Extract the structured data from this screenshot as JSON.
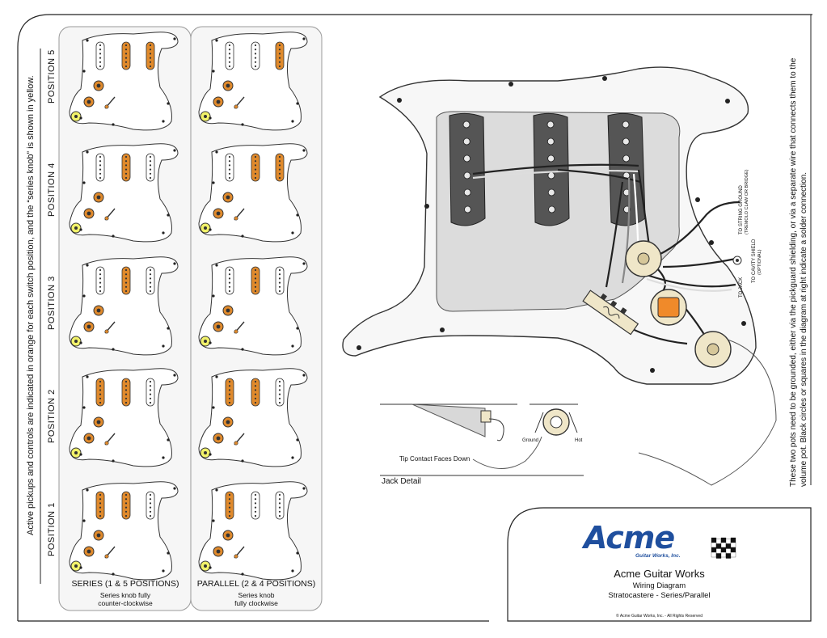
{
  "side_note": "Active pickups and controls are indicated in orange for each switch position, and the “series knob” is shown in yellow.",
  "positions": [
    "POSITION 5",
    "POSITION 4",
    "POSITION 3",
    "POSITION 2",
    "POSITION 1"
  ],
  "series_column": {
    "title": "SERIES (1 & 5 POSITIONS)",
    "sub1": "Series knob fully",
    "sub2": "counter-clockwise"
  },
  "parallel_column": {
    "title": "PARALLEL (2 & 4 POSITIONS)",
    "sub1": "Series knob",
    "sub2": "fully clockwise"
  },
  "active_pickups": {
    "series": [
      [
        false,
        true,
        true
      ],
      [
        false,
        true,
        false
      ],
      [
        false,
        true,
        false
      ],
      [
        true,
        true,
        false
      ],
      [
        true,
        true,
        false
      ]
    ],
    "parallel": [
      [
        false,
        false,
        true
      ],
      [
        false,
        true,
        true
      ],
      [
        false,
        true,
        false
      ],
      [
        true,
        true,
        false
      ],
      [
        true,
        false,
        false
      ]
    ]
  },
  "labels": {
    "string_ground_1": "TO STRING GROUND",
    "string_ground_2": "(TREMOLO CLAW OR BRIDGE)",
    "cavity_1": "TO CAVITY SHIELD",
    "cavity_2": "(OPTIONAL)",
    "jack": "TO JACK",
    "tip_contact": "Tip Contact Faces Down",
    "ground": "Ground",
    "hot": "Hot",
    "jack_detail": "Jack Detail"
  },
  "right_note": {
    "line1": "These two pots need to be grounded, either via the pickguard shielding, or via a separate wire that connects them to the",
    "line2": "volume pot. Black circles or squares in the diagram at right indicate a solder connection."
  },
  "title_block": {
    "logo": "Acme",
    "logo_sub": "Guitar Works, Inc.",
    "company": "Acme Guitar Works",
    "line1": "Wiring Diagram",
    "line2": "Stratocastere - Series/Parallel",
    "copyright": "© Acme Guitar Works, Inc. - All Rights Reserved"
  },
  "colors": {
    "active": "#e08a2c",
    "series_knob": "#f2f26a",
    "pickguard": "#ffffff",
    "panel": "#f4f4f4",
    "logo_blue": "#1f4f9e"
  }
}
